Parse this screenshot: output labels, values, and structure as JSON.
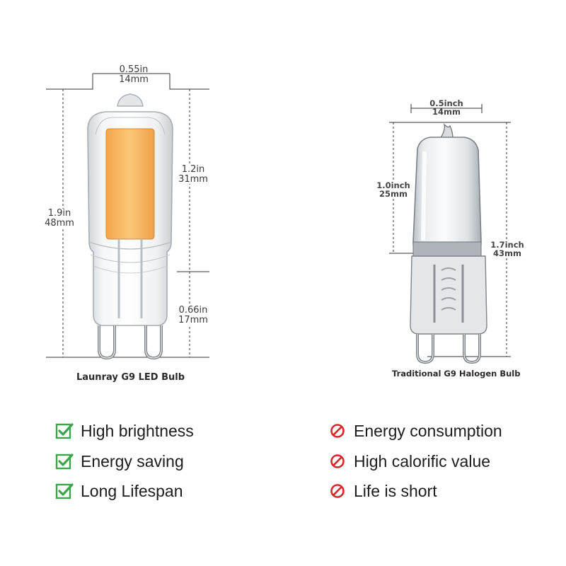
{
  "led_bulb": {
    "caption": "Launray G9 LED Bulb",
    "width": {
      "inch": "0.55in",
      "mm": "14mm"
    },
    "height": {
      "inch": "1.9in",
      "mm": "48mm"
    },
    "glass_height": {
      "inch": "1.2in",
      "mm": "31mm"
    },
    "base_height": {
      "inch": "0.66in",
      "mm": "17mm"
    },
    "colors": {
      "filament": "#f8b55e",
      "glass": "#e8ebee"
    }
  },
  "halogen_bulb": {
    "caption": "Traditional G9 Halogen Bulb",
    "width": {
      "inch": "0.5inch",
      "mm": "14mm"
    },
    "glass_height": {
      "inch": "1.0inch",
      "mm": "25mm"
    },
    "height": {
      "inch": "1.7inch",
      "mm": "43mm"
    }
  },
  "pros": [
    {
      "label": "High brightness",
      "icon": "check-icon"
    },
    {
      "label": "Energy saving",
      "icon": "check-icon"
    },
    {
      "label": "Long Lifespan",
      "icon": "check-icon"
    }
  ],
  "cons": [
    {
      "label": "Energy consumption",
      "icon": "prohibited-icon"
    },
    {
      "label": "High calorific value",
      "icon": "prohibited-icon"
    },
    {
      "label": "Life is short",
      "icon": "prohibited-icon"
    }
  ],
  "colors": {
    "check": "#3aa54a",
    "prohibited": "#d9262c",
    "text": "#1c1c1c"
  }
}
